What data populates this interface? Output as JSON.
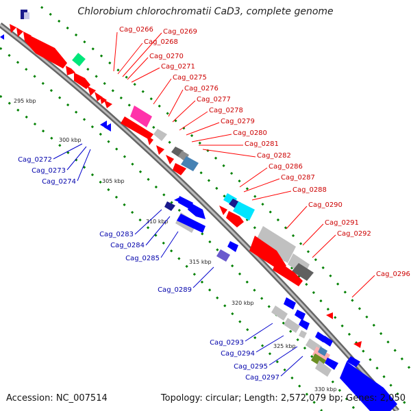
{
  "title": "Chlorobium chlorochromatii CaD3, complete genome",
  "footer": {
    "accession": "Accession: NC_007514",
    "topology": "Topology: circular; Length: 2,572,079 bp; Genes: 2,050"
  },
  "colors": {
    "backbone": "#808080",
    "forward_label": "#cc0000",
    "reverse_label": "#0000aa",
    "tick": "#008000",
    "gene_red": "#ff0000",
    "gene_blue": "#0000ff",
    "gene_grey": "#c0c0c0",
    "gene_dark": "#606060",
    "gene_teal": "#4682b4",
    "gene_cyan": "#00e5ff",
    "gene_green": "#00e67a",
    "gene_magenta": "#ff33aa",
    "gene_purple": "#6a5acd"
  },
  "scale_labels": [
    "295 kbp",
    "300 kbp",
    "305 kbp",
    "310 kbp",
    "315 kbp",
    "320 kbp",
    "325 kbp",
    "330 kbp"
  ],
  "forward_genes": [
    "Cag_0266",
    "Cag_0268",
    "Cag_0269",
    "Cag_0270",
    "Cag_0271",
    "Cag_0275",
    "Cag_0276",
    "Cag_0277",
    "Cag_0278",
    "Cag_0279",
    "Cag_0280",
    "Cag_0281",
    "Cag_0282",
    "Cag_0286",
    "Cag_0287",
    "Cag_0288",
    "Cag_0290",
    "Cag_0291",
    "Cag_0292",
    "Cag_0296"
  ],
  "reverse_genes": [
    "Cag_0272",
    "Cag_0273",
    "Cag_0274",
    "Cag_0283",
    "Cag_0284",
    "Cag_0285",
    "Cag_0289",
    "Cag_0293",
    "Cag_0294",
    "Cag_0295",
    "Cag_0297"
  ]
}
